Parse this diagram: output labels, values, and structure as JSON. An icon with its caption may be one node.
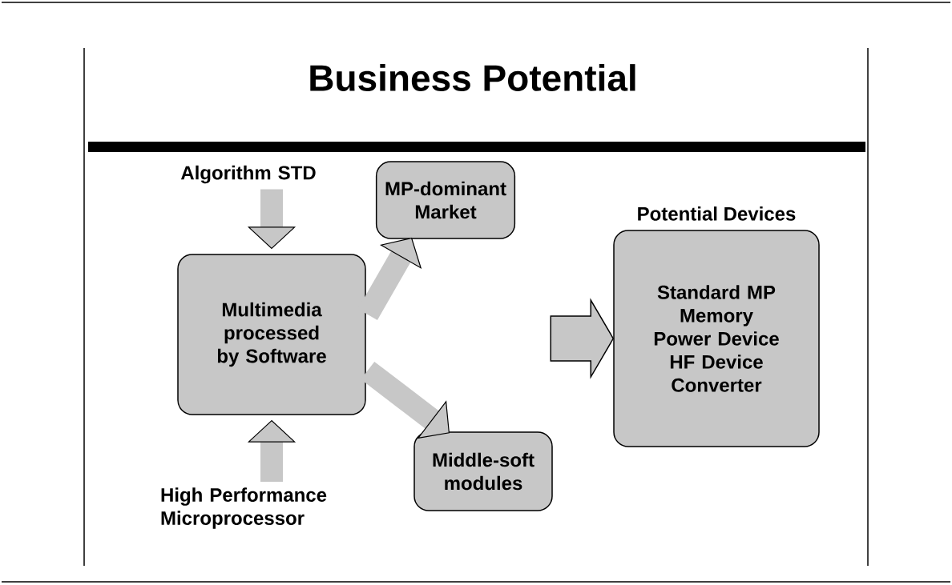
{
  "diagram": {
    "title": "Business Potential",
    "nodes": [
      {
        "text": [
          "Algorithm STD"
        ]
      },
      {
        "text": [
          "Multimedia processed by Software"
        ]
      },
      {
        "text": [
          "MP-dominant Market"
        ]
      },
      {
        "text": [
          "Middle-soft modules"
        ]
      },
      {
        "text": [
          "Potential Devices",
          "Standard MP",
          "Memory",
          "Power Device",
          "HF Device",
          "Converter"
        ]
      },
      {
        "text": [
          "High Performance Microprocessor"
        ]
      }
    ],
    "edges": [
      {
        "from": 0,
        "to": 1,
        "arrow": "to"
      },
      {
        "from": 5,
        "to": 1,
        "arrow": "to"
      },
      {
        "from": 1,
        "to": 2,
        "arrow": "to"
      },
      {
        "from": 1,
        "to": 3,
        "arrow": "to"
      },
      {
        "from": null,
        "to": 4,
        "arrow": "to",
        "style": "thick"
      }
    ]
  }
}
